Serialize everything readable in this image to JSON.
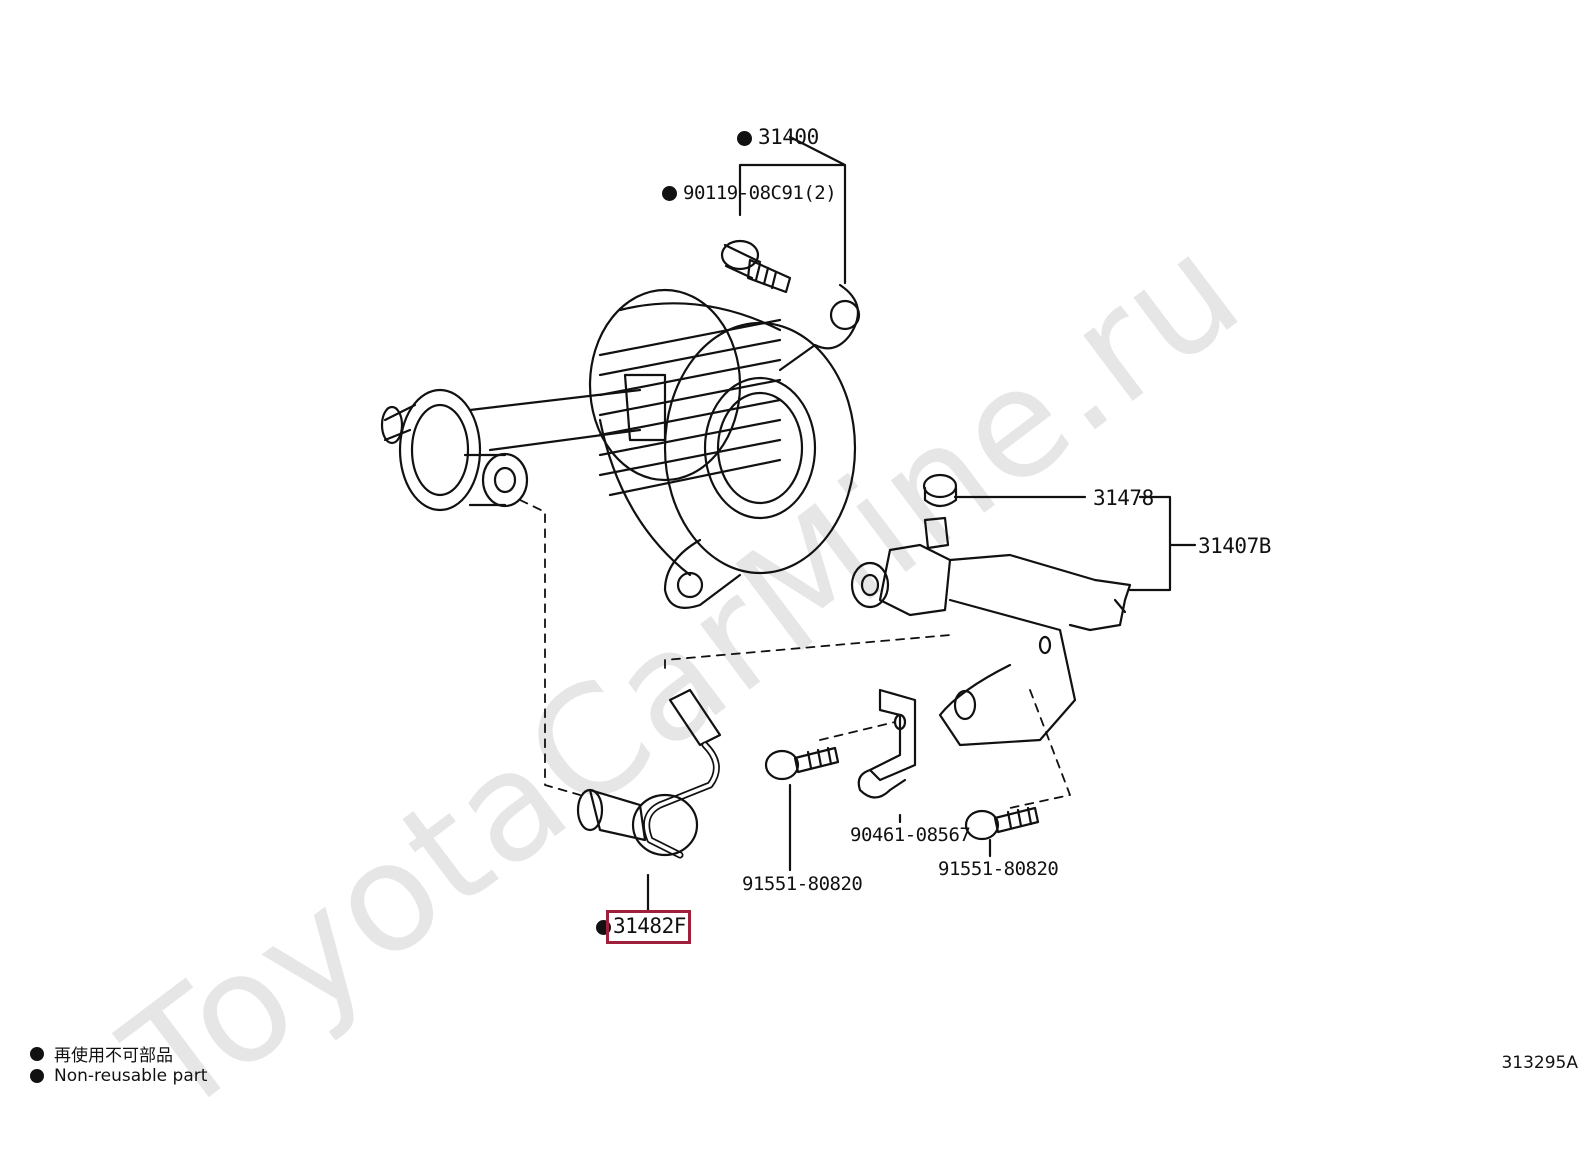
{
  "watermark": "ToyotaCarMine.ru",
  "parts": {
    "p31400": "31400",
    "p90119": "90119-08C91(2)",
    "p31478": "31478",
    "p31407b": "31407B",
    "p90461": "90461-08567",
    "p91551_left": "91551-80820",
    "p91551_right": "91551-80820",
    "p31482f": "31482F"
  },
  "legend": {
    "jp": "再使用不可部品",
    "en": "Non-reusable part"
  },
  "illustration_code": "313295A",
  "colors": {
    "highlight": "#a0203c",
    "line": "#111111",
    "watermark": "#e6e6e6"
  }
}
